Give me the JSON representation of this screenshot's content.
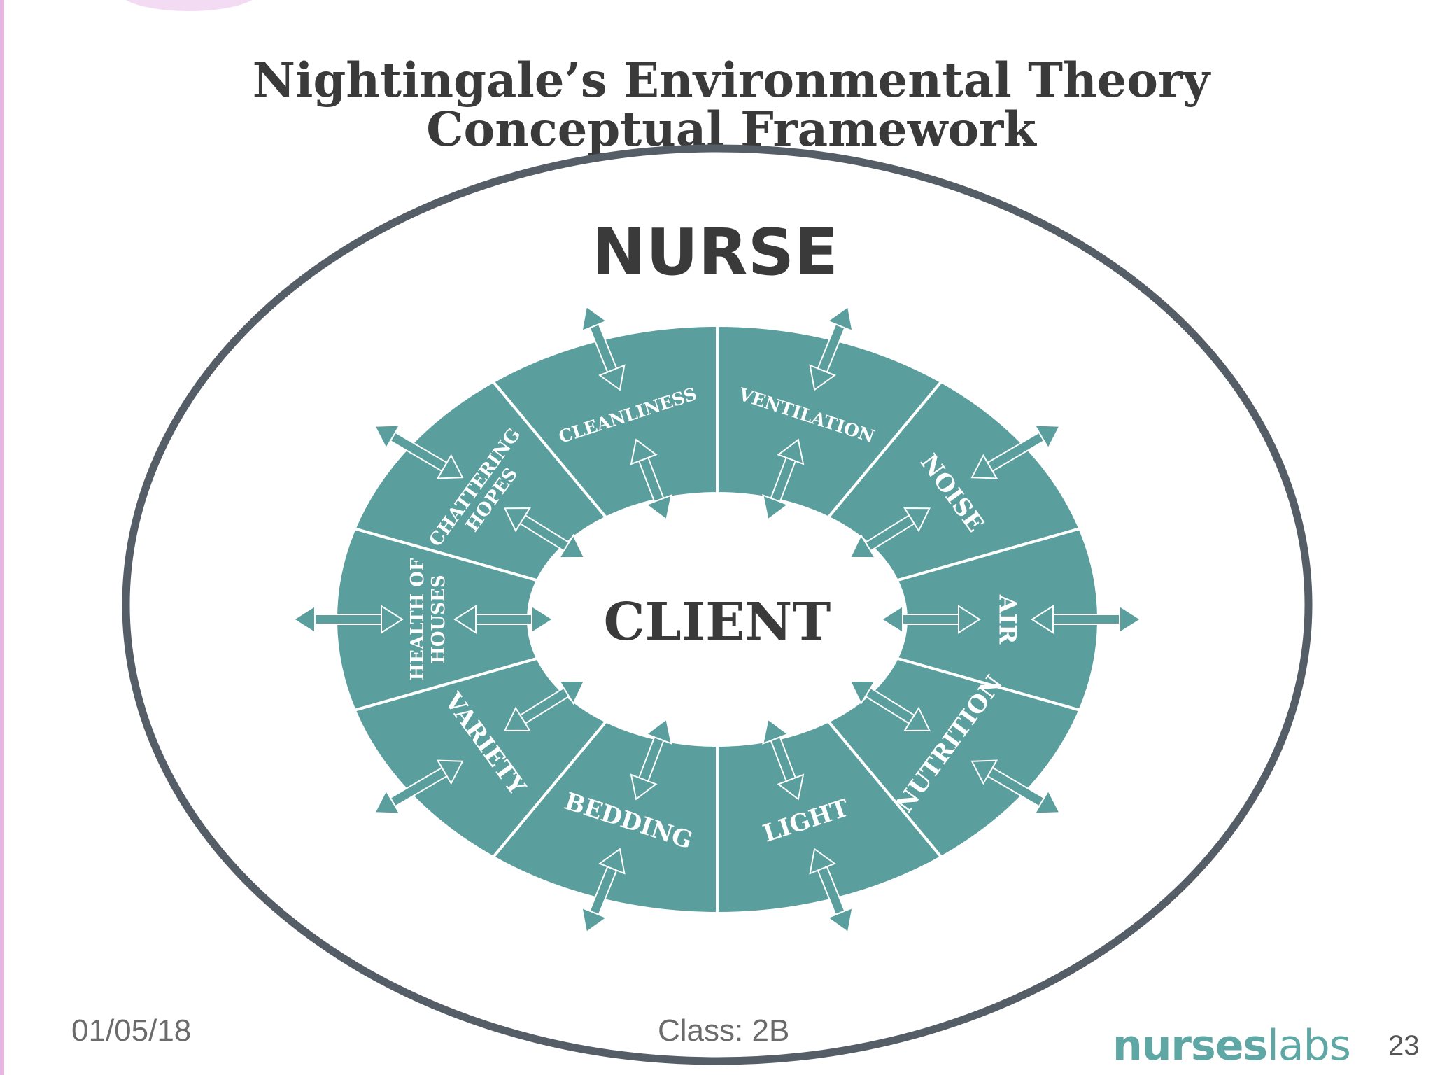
{
  "slide": {
    "title_line1": "Nightingale’s Environmental Theory",
    "title_line2": "Conceptual Framework",
    "outer_label": "NURSE",
    "center_label": "CLIENT",
    "segments": [
      "VENTILATION",
      "NOISE",
      "AIR",
      "NUTRITION",
      "LIGHT",
      "BEDDING",
      "VARIETY",
      "HEALTH OF|HOUSES",
      "CHATTERING|HOPES",
      "CLEANLINESS"
    ],
    "brand_a": "nurses",
    "brand_b": "labs"
  },
  "footer": {
    "date": "01/05/18",
    "class_label": "Class: 2B",
    "page_number": "23"
  },
  "colors": {
    "teal": "#5a9e9d",
    "ring": "#555e66",
    "text": "#3a3a3a",
    "brand": "#5fa7a4"
  }
}
